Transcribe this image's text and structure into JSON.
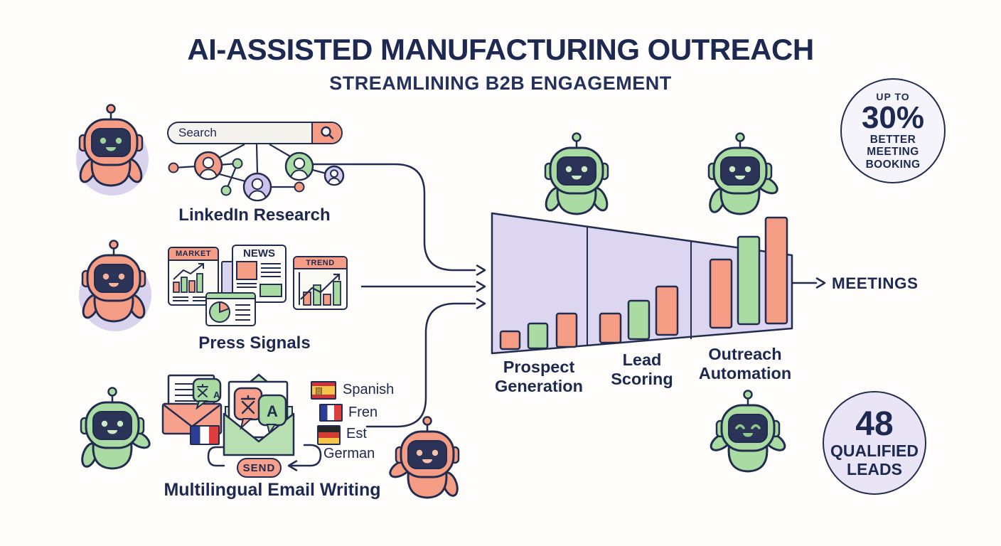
{
  "header": {
    "title": "AI-ASSISTED MANUFACTURING OUTREACH",
    "subtitle": "STREAMLINING B2B ENGAGEMENT"
  },
  "linkedin": {
    "label": "LinkedIn Research",
    "search_value": "Search"
  },
  "press": {
    "label": "Press Signals",
    "cards": [
      "MARKET",
      "NEWS",
      "TREND"
    ]
  },
  "email": {
    "label": "Multilingual Email Writing",
    "send": "SEND",
    "languages": [
      "Spanish",
      "Fren",
      "Est",
      "German"
    ]
  },
  "funnel": {
    "stages": [
      {
        "line1": "Prospect",
        "line2": "Generation"
      },
      {
        "line1": "Lead",
        "line2": "Scoring"
      },
      {
        "line1": "Outreach",
        "line2": "Automation"
      }
    ],
    "output": "MEETINGS"
  },
  "badges": {
    "meeting": {
      "prefix": "UP TO",
      "value": "30%",
      "line1": "BETTER",
      "line2": "MEETING",
      "line3": "BOOKING"
    },
    "leads": {
      "value": "48",
      "line1": "QUALIFIED",
      "line2": "LEADS"
    }
  },
  "icons": {
    "search_icon": "magnifier",
    "send_arrow_icon": "left-arrow",
    "translate_icon": "bilingual-speech-bubbles",
    "robot_icon": "robot-mascot"
  },
  "colors": {
    "navy": "#222c4e",
    "orange": "#f59d84",
    "green": "#a9dba3",
    "lavender_funnel": "#dcd6f0",
    "lavender_circle": "#d9d3ed",
    "badge_fill": "#e9e5f7"
  }
}
